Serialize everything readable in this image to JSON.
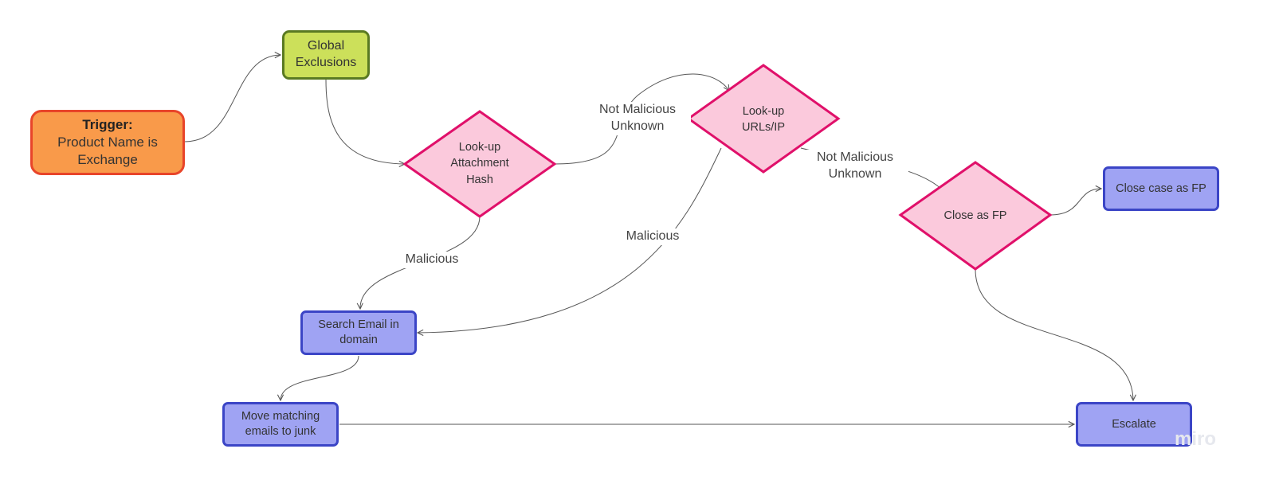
{
  "nodes": {
    "trigger": {
      "title": "Trigger:",
      "line1": "Product Name is",
      "line2": "Exchange"
    },
    "global": {
      "line1": "Global",
      "line2": "Exclusions"
    },
    "attachment": {
      "line1": "Look-up",
      "line2": "Attachment",
      "line3": "Hash"
    },
    "urls": {
      "line1": "Look-up",
      "line2": "URLs/IP"
    },
    "close_fp": {
      "label": "Close as FP"
    },
    "close_case": {
      "label": "Close case as FP"
    },
    "search": {
      "line1": "Search Email in",
      "line2": "domain"
    },
    "move": {
      "line1": "Move matching",
      "line2": "emails to junk"
    },
    "escalate": {
      "label": "Escalate"
    }
  },
  "edge_labels": {
    "attach_not_malicious": {
      "line1": "Not Malicious",
      "line2": "Unknown"
    },
    "urls_not_malicious": {
      "line1": "Not Malicious",
      "line2": "Unknown"
    },
    "attach_malicious": "Malicious",
    "urls_malicious": "Malicious"
  },
  "watermark": "miro",
  "colors": {
    "trigger_fill": "#f99a4a",
    "trigger_border": "#e8452a",
    "global_fill": "#cce05a",
    "global_border": "#5a7a22",
    "diamond_fill": "#fbc9dc",
    "diamond_border": "#e0106a",
    "action_fill": "#9fa3f3",
    "action_border": "#3b45c6",
    "connector": "#555555"
  }
}
